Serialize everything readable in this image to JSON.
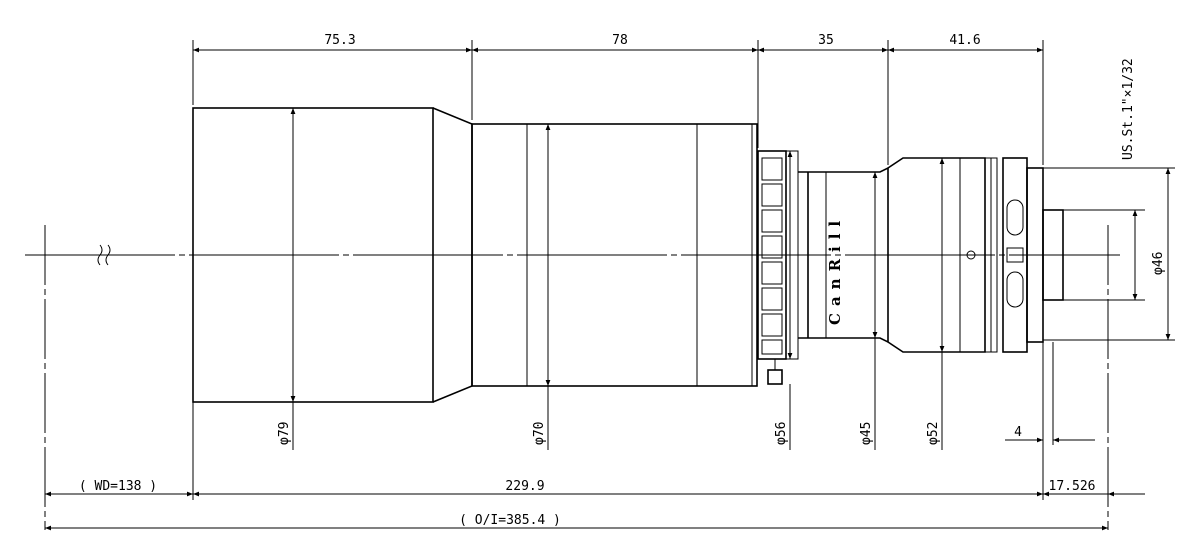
{
  "dimensions": {
    "len_front": "75.3",
    "len_barrel": "78",
    "len_adapter": "35",
    "len_rear": "41.6",
    "thread": "US.St.1\"×1/32",
    "dia_79": "φ79",
    "dia_70": "φ70",
    "dia_56": "φ56",
    "dia_45": "φ45",
    "dia_52": "φ52",
    "dia_46": "φ46",
    "flange": "4",
    "wd": "( WD=138 )",
    "total_len": "229.9",
    "back_focus": "17.526",
    "oi": "( O/I=385.4 )"
  },
  "brand_text": "CanRill"
}
